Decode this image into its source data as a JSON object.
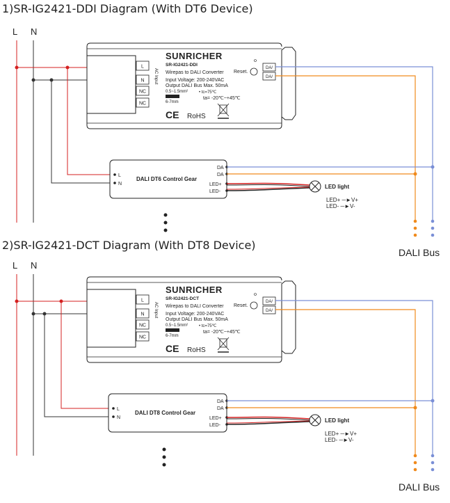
{
  "section1": {
    "heading": "1)SR-IG2421-DDI Diagram (With DT6 Device)",
    "mains_l": "L",
    "mains_n": "N",
    "converter": {
      "brand": "SUNRICHER",
      "model": "SR-IG2421-DDI",
      "description": "Wirepas to DALI Converter",
      "input_voltage": "Input Voltage: 200-240VAC",
      "output": "Output DALI Bus Max. 50mA",
      "reset_label": "Reset.",
      "terminals_left": [
        "L",
        "N",
        "NC",
        "NC"
      ],
      "ac_input_label": "AC Input",
      "terminals_right": [
        "DA/",
        "DA/"
      ],
      "wire_gauge": "0.5~1.5mm²",
      "strip_length": "6-7mm",
      "tc": "• tc=75℃",
      "ta": "ta= -20℃~+45℃",
      "ce_mark": "CE",
      "rohs_mark": "RoHS"
    },
    "gear": {
      "name": "DALI DT6 Control Gear",
      "in_l": "L",
      "in_n": "N",
      "da1": "DA",
      "da2": "DA",
      "led_plus": "LED+",
      "led_minus": "LED-"
    },
    "led_light": "LED light",
    "led_plus_map": "LED+ ─►V+",
    "led_minus_map": "LED- ─►V-",
    "bus_label": "DALI Bus"
  },
  "section2": {
    "heading": "2)SR-IG2421-DCT Diagram (With DT8 Device)",
    "mains_l": "L",
    "mains_n": "N",
    "converter": {
      "brand": "SUNRICHER",
      "model": "SR-IG2421-DCT",
      "description": "Wirepas to DALI Converter",
      "input_voltage": "Input Voltage: 200-240VAC",
      "output": "Output DALI Bus Max. 50mA",
      "reset_label": "Reset.",
      "terminals_left": [
        "L",
        "N",
        "NC",
        "NC"
      ],
      "ac_input_label": "AC Input",
      "terminals_right": [
        "DA/",
        "DA/"
      ],
      "wire_gauge": "0.5~1.5mm²",
      "strip_length": "6-7mm",
      "tc": "• tc=75℃",
      "ta": "ta= -20℃~+45℃",
      "ce_mark": "CE",
      "rohs_mark": "RoHS"
    },
    "gear": {
      "name": "DALI DT8 Control Gear",
      "in_l": "L",
      "in_n": "N",
      "da1": "DA",
      "da2": "DA",
      "led_plus": "LED+",
      "led_minus": "LED-"
    },
    "led_light": "LED light",
    "led_plus_map": "LED+ ─►V+",
    "led_minus_map": "LED- ─►V-",
    "bus_label": "DALI Bus"
  },
  "colors": {
    "live": "#d42020",
    "neutral": "#333333",
    "dali_blue": "#7a8fd6",
    "dali_orange": "#f08a1c"
  }
}
